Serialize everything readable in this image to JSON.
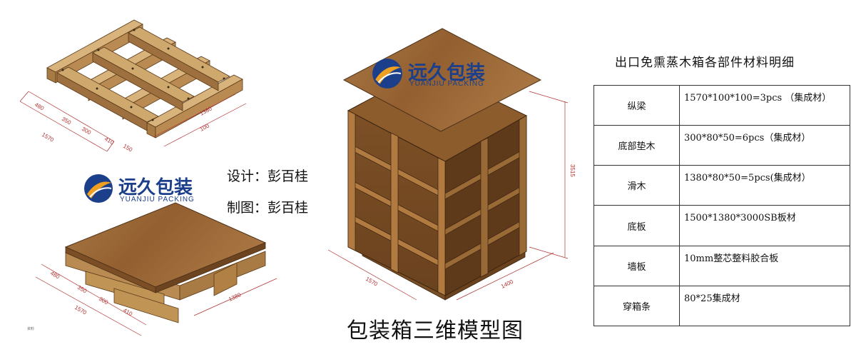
{
  "brand": {
    "name_cn": "远久包装",
    "name_en": "YUANJIU PACKING",
    "primary_color": "#1b3f8a",
    "accent_color": "#f0a020"
  },
  "credits": {
    "designer": "设计：彭百桂",
    "drafter": "制图：彭百桂"
  },
  "main_title": "包装箱三维模型图",
  "small_mark": "资料",
  "dimensions": {
    "skid_top": [
      "1380",
      "100"
    ],
    "skid_bottom": [
      "1570",
      "480",
      "350",
      "300",
      "410",
      "150"
    ],
    "deck_left": [
      "480",
      "350",
      "300",
      "410",
      "1570"
    ],
    "deck_right": "1380",
    "box_height": "3515",
    "box_length": "1570",
    "box_width": "1400"
  },
  "bom": {
    "title": "出口免熏蒸木箱各部件材料明细",
    "rows": [
      {
        "part": "纵梁",
        "spec": "1570*100*100=3pcs  （集成材）"
      },
      {
        "part": "底部垫木",
        "spec": "300*80*50=6pcs（集成材）"
      },
      {
        "part": "滑木",
        "spec": "1380*80*50=5pcs(集成材）"
      },
      {
        "part": "底板",
        "spec": "1500*1380*3000SB板材"
      },
      {
        "part": "墙板",
        "spec": "10mm整芯整料胶合板"
      },
      {
        "part": "穿箱条",
        "spec": "80*25集成材"
      }
    ]
  },
  "colors": {
    "wood_top": "#c8a063",
    "wood_side": "#a8783f",
    "wood_dark": "#7a4f25",
    "plywood": "#9c6a3a",
    "dim_line": "#b03030"
  }
}
